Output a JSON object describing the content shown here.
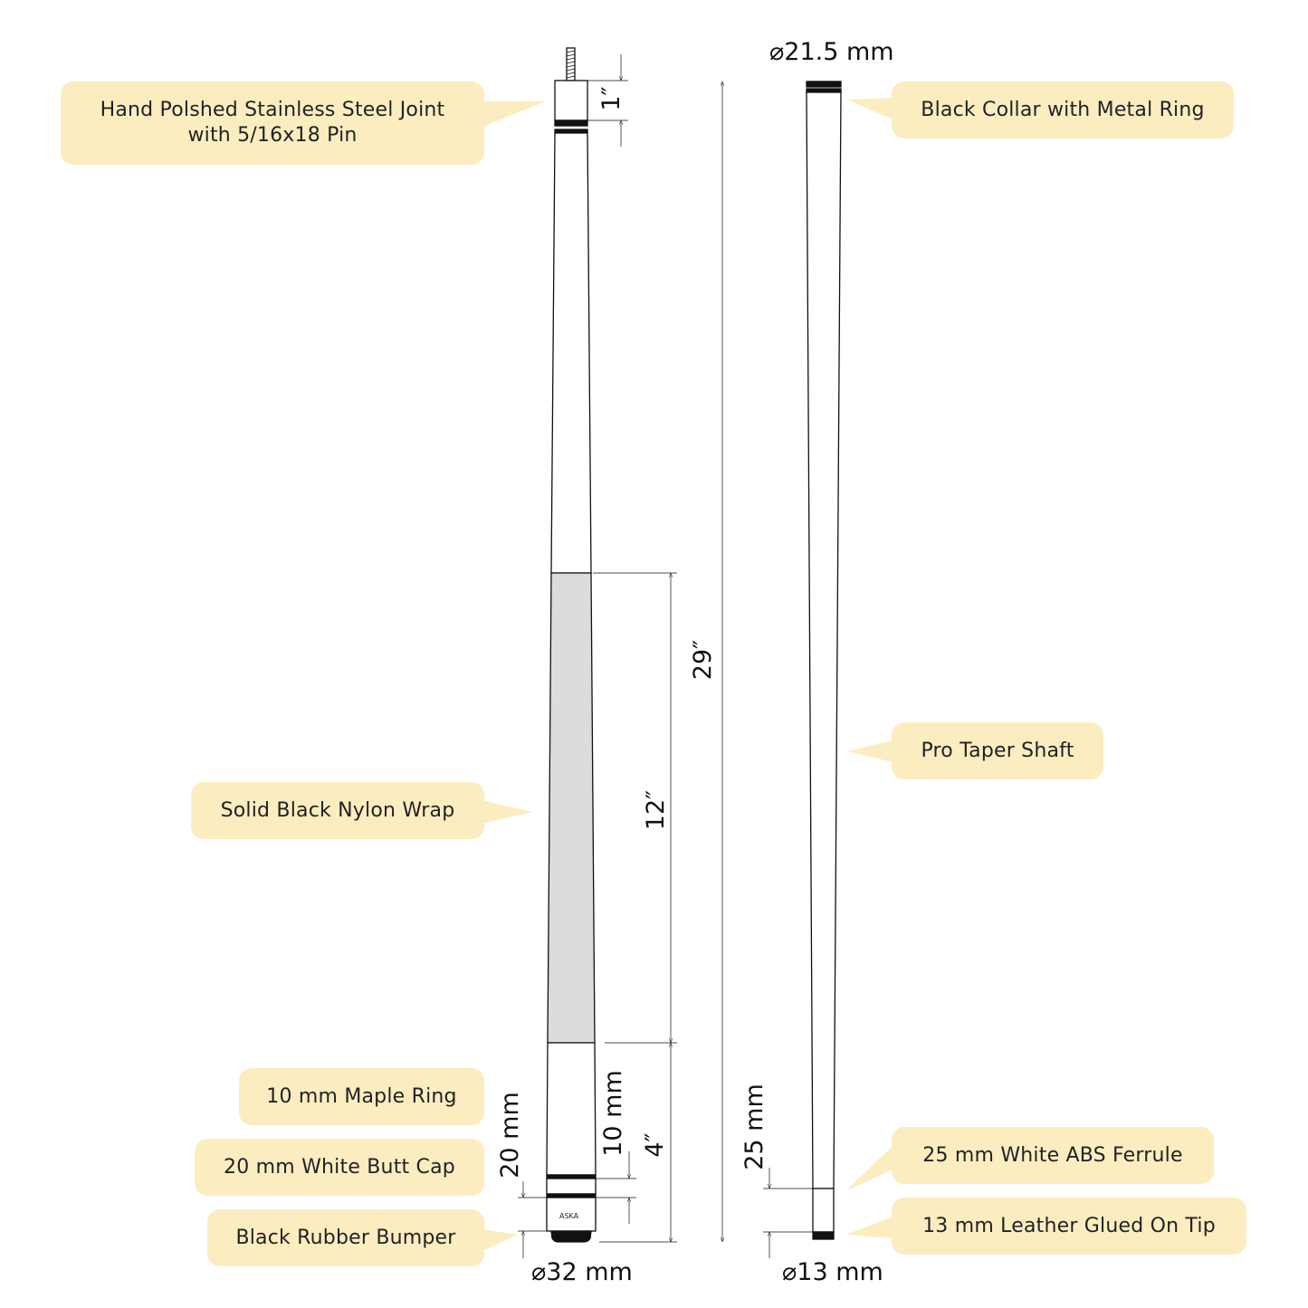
{
  "callouts": {
    "joint_line1": "Hand Polshed Stainless Steel Joint",
    "joint_line2": "with 5/16x18 Pin",
    "collar": "Black Collar with Metal Ring",
    "shaft": "Pro Taper Shaft",
    "wrap": "Solid Black Nylon Wrap",
    "maple_ring": "10 mm Maple Ring",
    "butt_cap": "20 mm White Butt Cap",
    "bumper": "Black Rubber Bumper",
    "ferrule": "25 mm White ABS Ferrule",
    "tip": "13 mm Leather Glued On Tip"
  },
  "dimensions": {
    "collar_diameter": "21.5 mm",
    "butt_diameter": "32 mm",
    "tip_diameter": "13 mm",
    "joint_length": "1″",
    "total_length": "29″",
    "wrap_length": "12″",
    "sleeve_length": "4″",
    "maple_ring_length": "10 mm",
    "butt_cap_length": "20 mm",
    "ferrule_length": "25 mm"
  },
  "symbols": {
    "diameter": "⌀"
  },
  "logo": "ASKA",
  "colors": {
    "callout_bg": "#fcedc1",
    "wrap_fill": "#dcdcdc",
    "line": "#111111"
  }
}
